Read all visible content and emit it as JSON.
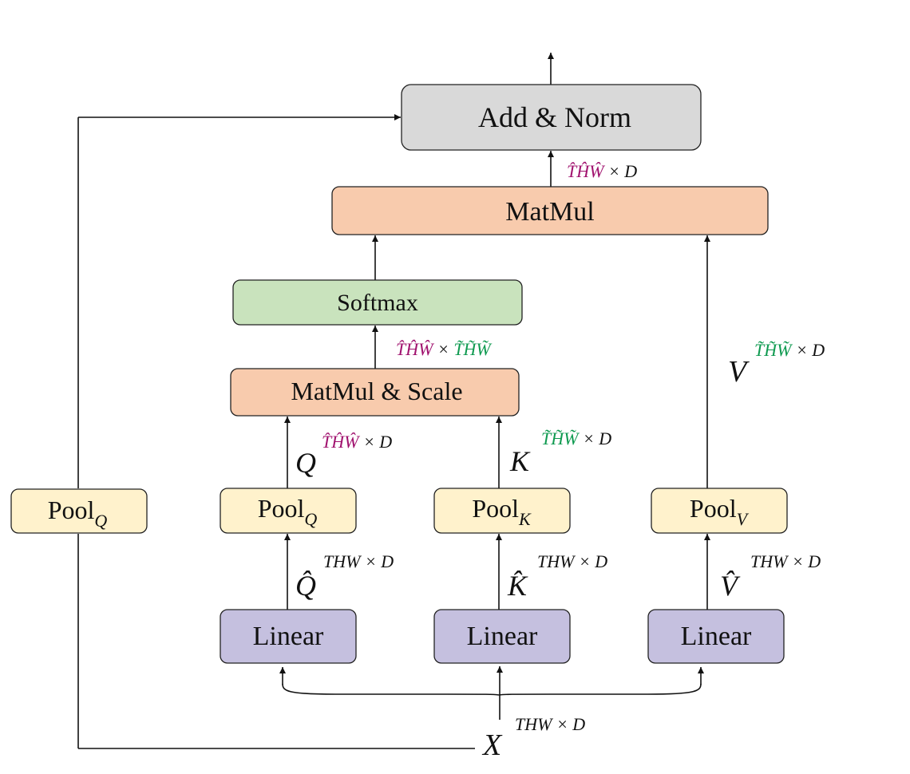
{
  "colors": {
    "add_norm": "#d9d9d9",
    "matmul": "#f8cbad",
    "softmax": "#c9e3bd",
    "pool": "#fff2cc",
    "linear": "#c5c0df",
    "line": "#111111",
    "magenta": "#a0116e",
    "green": "#0f9a50"
  },
  "blocks": {
    "add_norm": "Add & Norm",
    "matmul_top": "MatMul",
    "softmax": "Softmax",
    "matmul_scale": "MatMul & Scale",
    "pool_q_side": {
      "base": "Pool",
      "sub": "Q"
    },
    "pool_q": {
      "base": "Pool",
      "sub": "Q"
    },
    "pool_k": {
      "base": "Pool",
      "sub": "K"
    },
    "pool_v": {
      "base": "Pool",
      "sub": "V"
    },
    "linear_q": "Linear",
    "linear_k": "Linear",
    "linear_v": "Linear"
  },
  "labels": {
    "matmul_out": {
      "hat_dims": "T̂ĤŴ",
      "rest": " × D"
    },
    "attn_dims": {
      "hat_dims": "T̂ĤŴ",
      "times": " × ",
      "tilde_dims": "T̃H̃W̃"
    },
    "q": {
      "symbol": "Q",
      "hat_dims": "T̂ĤŴ",
      "rest": " × D"
    },
    "k": {
      "symbol": "K",
      "tilde_dims": "T̃H̃W̃",
      "rest": " × D"
    },
    "v": {
      "symbol": "V",
      "tilde_dims": "T̃H̃W̃",
      "rest": " × D"
    },
    "q_hat": {
      "symbol": "Q̂",
      "dims": "THW × D"
    },
    "k_hat": {
      "symbol": "K̂",
      "dims": "THW × D"
    },
    "v_hat": {
      "symbol": "V̂",
      "dims": "THW × D"
    },
    "x": {
      "symbol": "X",
      "dims": "THW × D"
    }
  }
}
